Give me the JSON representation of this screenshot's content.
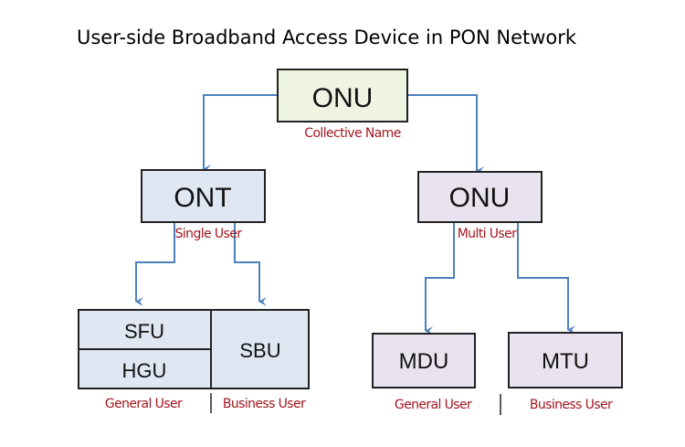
{
  "title": "User-side Broadband Access Device in PON Network",
  "root": {
    "label": "ONU",
    "caption": "Collective Name"
  },
  "left": {
    "label": "ONT",
    "caption": "Single User",
    "children": {
      "sfu": "SFU",
      "hgu": "HGU",
      "sbu": "SBU"
    },
    "captions": {
      "general": "General User",
      "separator": "|",
      "business": "Business User"
    }
  },
  "right": {
    "label": "ONU",
    "caption": "Multi User",
    "children": {
      "mdu": "MDU",
      "mtu": "MTU"
    },
    "captions": {
      "general": "General User",
      "separator": "|",
      "business": "Business User"
    }
  },
  "colors": {
    "root_fill": "#eef3e2",
    "ont_fill": "#dfe7f3",
    "onu_fill": "#e8e3ef",
    "arrow": "#4f81bd",
    "caption": "#a3161e"
  }
}
